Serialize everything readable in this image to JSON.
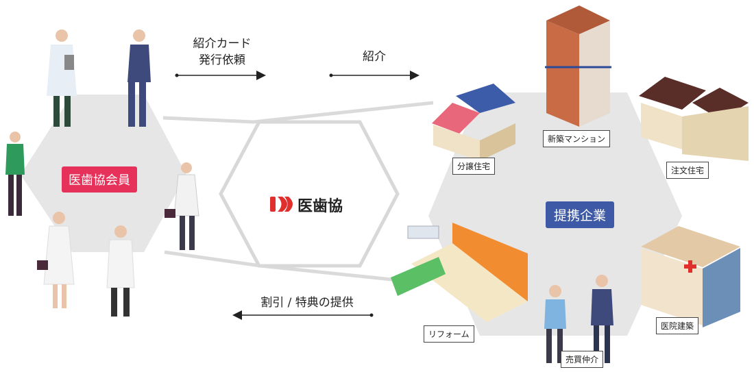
{
  "members_label": "医歯協会員",
  "partners_label": "提携企業",
  "logo_text": "医歯協",
  "flow": {
    "card_request_line1": "紹介カード",
    "card_request_line2": "発行依頼",
    "introduction": "紹介",
    "discount_benefits": "割引 / 特典の提供"
  },
  "partner_items": {
    "subdivided_house": "分譲住宅",
    "new_condo": "新築マンション",
    "custom_house": "注文住宅",
    "reform": "リフォーム",
    "brokerage": "売買仲介",
    "clinic_construction": "医院建築"
  },
  "colors": {
    "members_accent": "#e6325a",
    "partners_accent": "#3e5aa6",
    "logo_red": "#e0302d",
    "hex_fill": "#e6e6e6"
  }
}
